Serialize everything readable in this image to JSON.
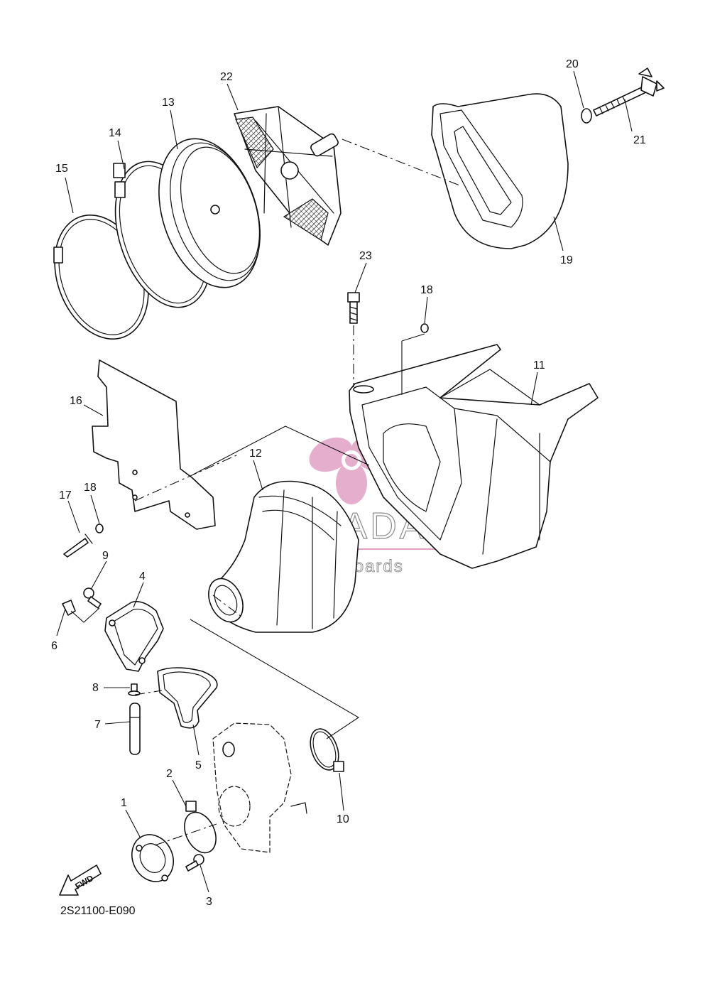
{
  "diagram_code": "2S21100-E090",
  "fwd_label": "FWD",
  "watermark": {
    "brand": "ARMADA",
    "tagline": "marine outboards",
    "logo_color": "#e0a0c4"
  },
  "callouts": {
    "c1": "1",
    "c2": "2",
    "c3": "3",
    "c4": "4",
    "c5": "5",
    "c6": "6",
    "c7": "7",
    "c8": "8",
    "c9": "9",
    "c10": "10",
    "c11": "11",
    "c12": "12",
    "c13": "13",
    "c14": "14",
    "c15": "15",
    "c16": "16",
    "c17": "17",
    "c18a": "18",
    "c18b": "18",
    "c19": "19",
    "c20": "20",
    "c21": "21",
    "c22": "22",
    "c23": "23"
  }
}
